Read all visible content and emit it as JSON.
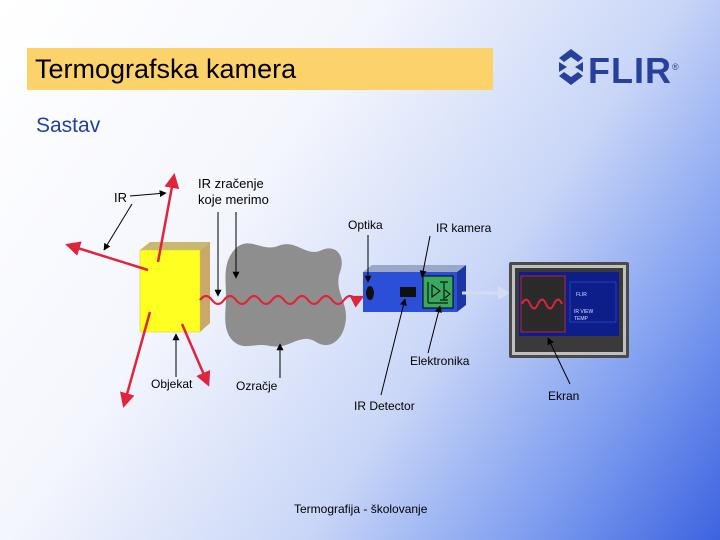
{
  "slide": {
    "title": "Termografska kamera",
    "subtitle": "Sastav",
    "footer": "Termografija - školovanje"
  },
  "logo": {
    "text": "FLIR",
    "mark": "®"
  },
  "labels": {
    "ir": "IR",
    "ir_radiation_line1": "IR zračenje",
    "ir_radiation_line2": "koje merimo",
    "optics": "Optika",
    "ir_camera": "IR kamera",
    "object": "Objekat",
    "surroundings": "Ozračje",
    "electronics": "Elektronika",
    "ir_detector": "IR Detector",
    "screen": "Ekran"
  },
  "colors": {
    "title_bar": "#fcd26a",
    "subtitle": "#1f3fa6",
    "logo": "#27409b",
    "radiation": "#e0243c",
    "object": "#ffff22",
    "camera_body": "#2b4fd6",
    "screen_frame": "#4a4a4a",
    "screen_display": "#0d1e8a"
  },
  "icons": [
    "flir-logo-icon",
    "object-box",
    "surroundings-blob",
    "camera-optics",
    "detector",
    "electronics-board",
    "monitor",
    "signal-arrow"
  ]
}
